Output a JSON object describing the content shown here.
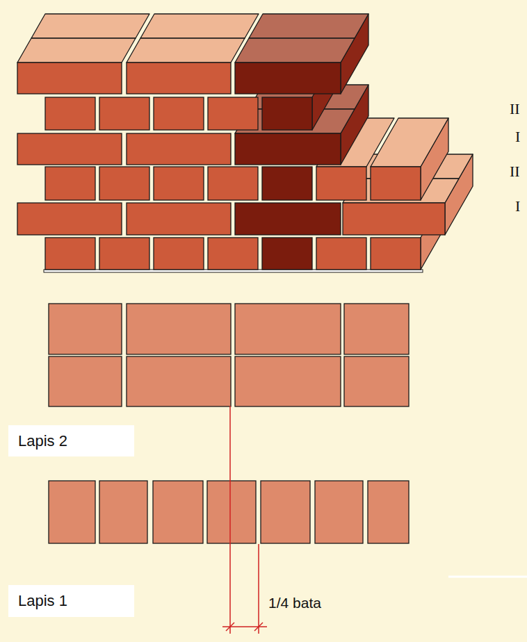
{
  "diagram": {
    "nodes": [
      {
        "text": [
          "Lapis 2"
        ]
      },
      {
        "text": [
          "Lapis 1"
        ]
      }
    ],
    "labels": [
      "II",
      "I",
      "II",
      "I",
      "1/4 bata"
    ]
  }
}
